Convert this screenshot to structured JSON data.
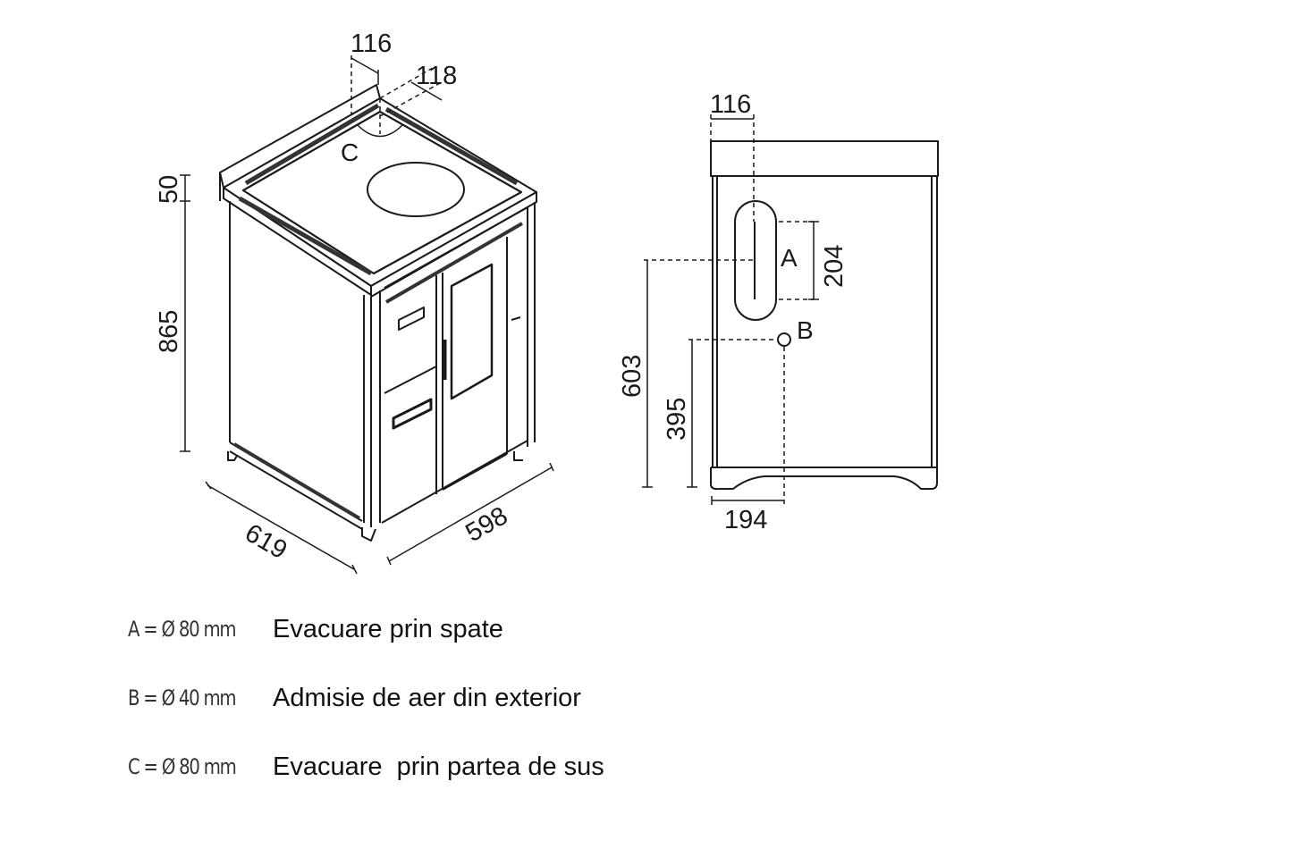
{
  "diagram": {
    "type": "technical-dimension-drawing",
    "subject": "Freestanding pellet cooker stove",
    "views": [
      {
        "name": "isometric-view",
        "dimensions": {
          "top_flue_offset_side": "116",
          "top_flue_offset_back": "118",
          "backsplash_height": "50",
          "body_height": "865",
          "depth": "619",
          "width": "598"
        },
        "labels": {
          "top_outlet": "C"
        }
      },
      {
        "name": "rear-view",
        "dimensions": {
          "flue_offset_side": "116",
          "flue_slot_height": "204",
          "flue_center_height": "603",
          "air_inlet_height": "395",
          "air_inlet_offset_side": "194"
        },
        "labels": {
          "rear_outlet": "A",
          "air_inlet": "B"
        }
      }
    ]
  },
  "legend": [
    {
      "code": "A = Ø 80 mm",
      "description": "Evacuare prin spate"
    },
    {
      "code": "B = Ø 40 mm",
      "description": "Admisie de aer din exterior"
    },
    {
      "code": "C = Ø 80 mm",
      "description": "Evacuare  prin partea de sus"
    }
  ]
}
